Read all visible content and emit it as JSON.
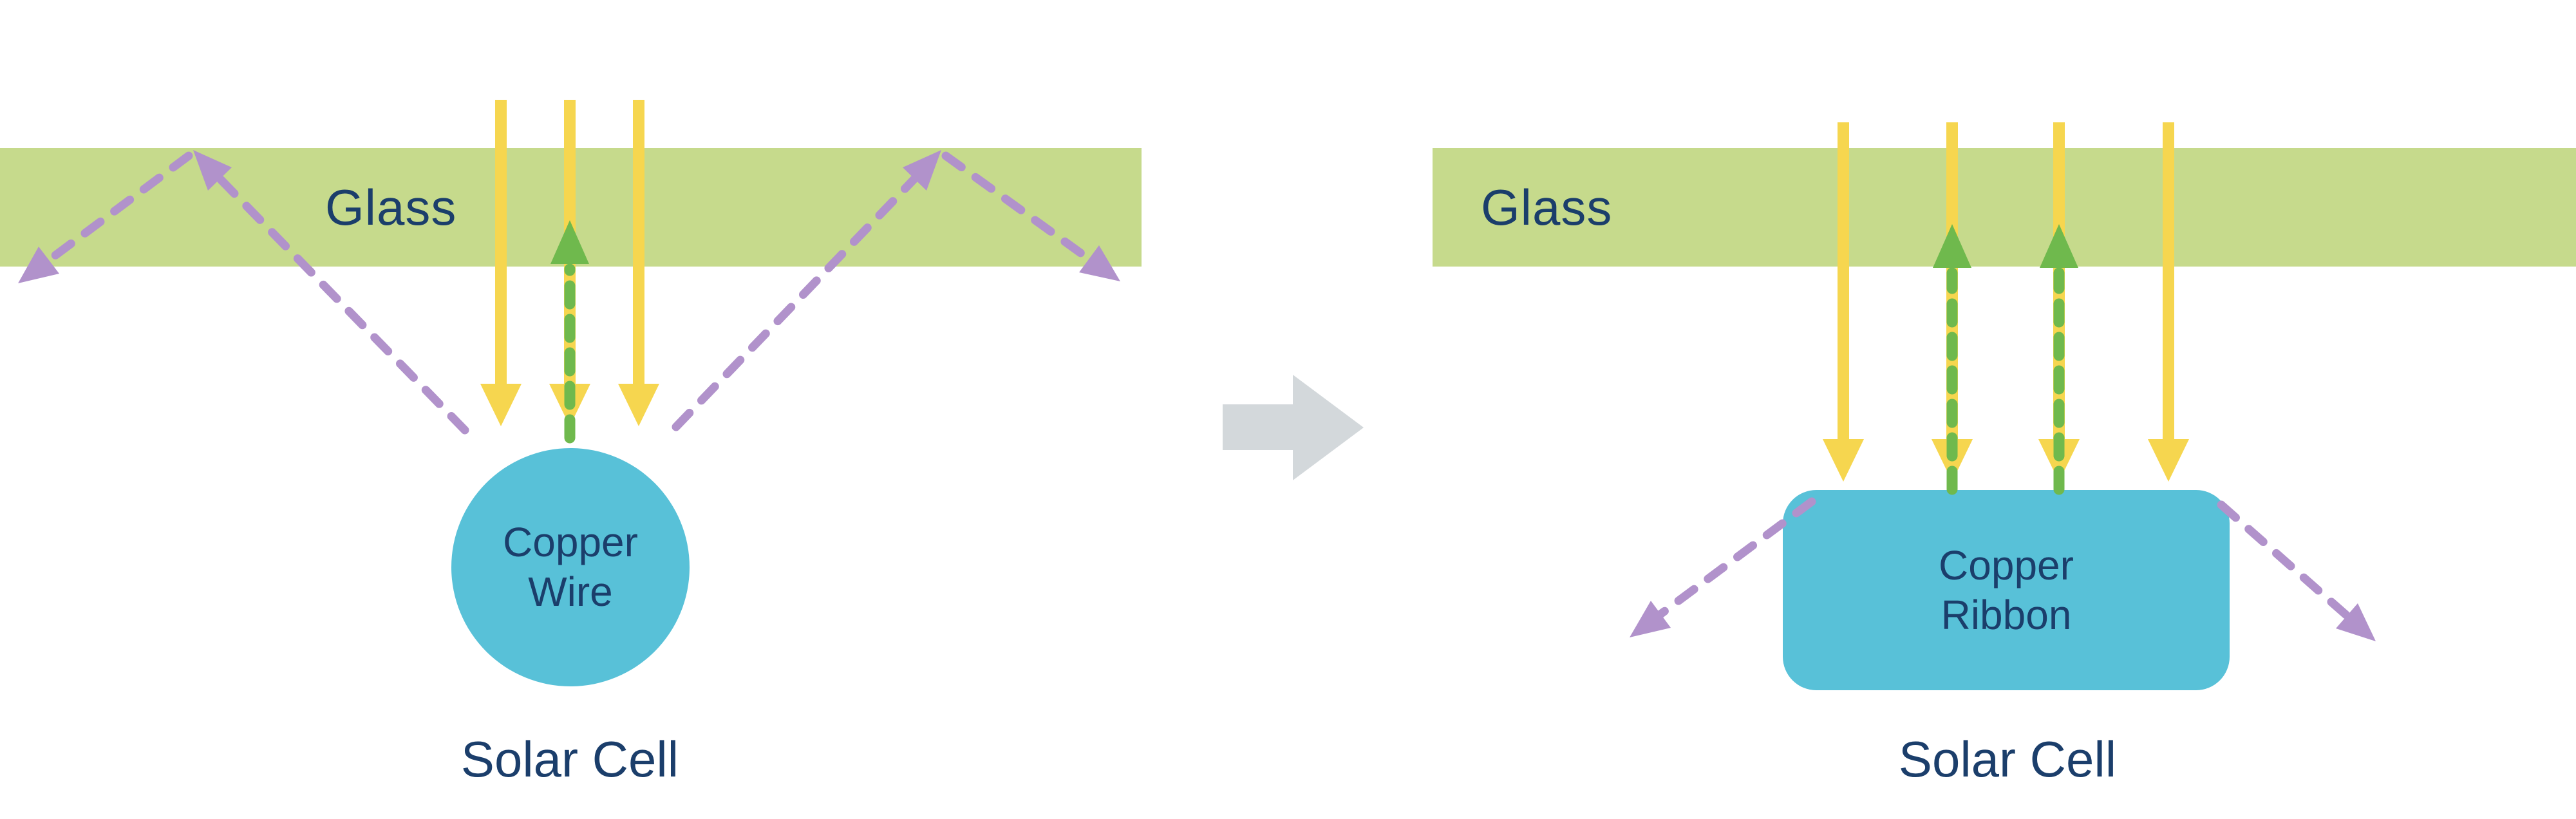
{
  "colors": {
    "glass": "#C6DA8C",
    "sunlight-yellow": "#F6D64F",
    "reflected-green": "#6FB94D",
    "scatter-purple": "#B192CB",
    "copper-blue": "#58C1D8",
    "text-navy": "#1B3E6B",
    "transition-gray": "#D3D8DB",
    "background": "#FFFFFF"
  },
  "left_panel": {
    "glass_label": "Glass",
    "copper_label_line1": "Copper",
    "copper_label_line2": "Wire",
    "solar_cell_label": "Solar Cell"
  },
  "right_panel": {
    "glass_label": "Glass",
    "copper_label_line1": "Copper",
    "copper_label_line2": "Ribbon",
    "solar_cell_label": "Solar Cell"
  }
}
